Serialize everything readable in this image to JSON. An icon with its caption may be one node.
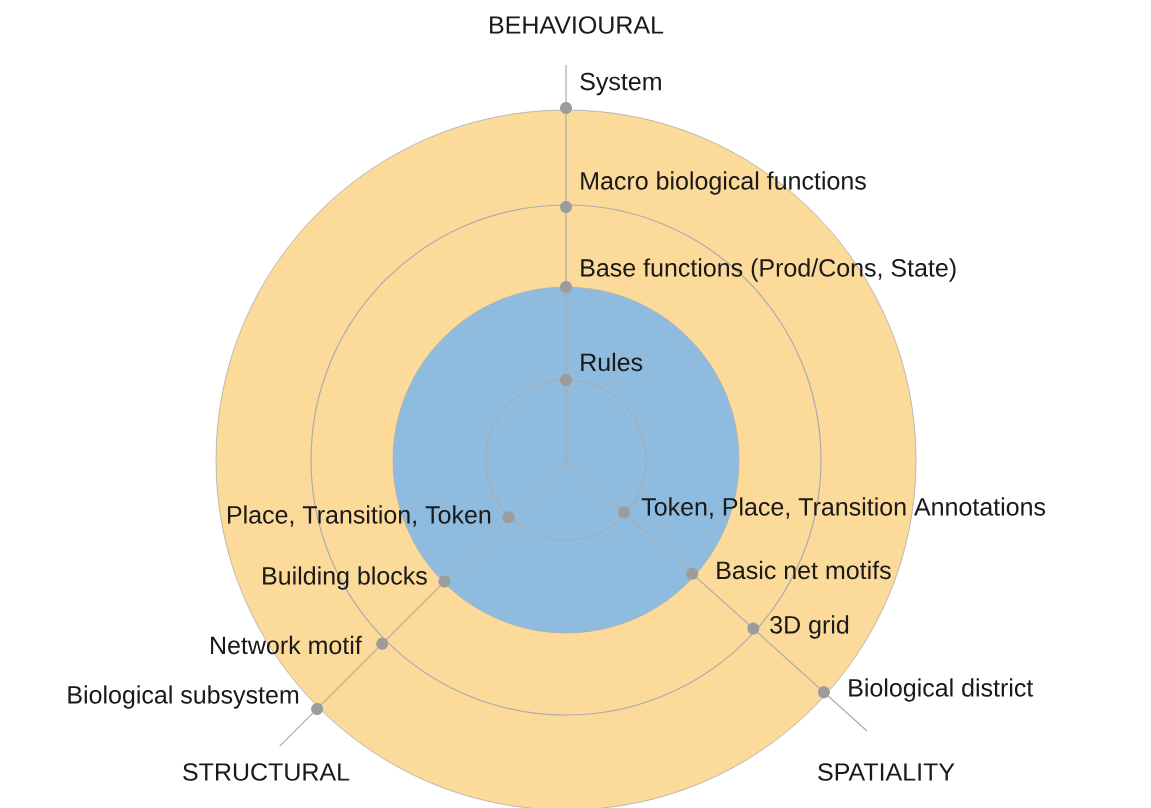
{
  "diagram": {
    "labels": [
      "BEHAVIOURAL",
      "System",
      "Macro biological functions",
      "Base functions (Prod/Cons, State)",
      "Rules",
      "Token, Place, Transition Annotations",
      "Place, Transition, Token",
      "Basic net motifs",
      "Building blocks",
      "3D grid",
      "Network motif",
      "Biological district",
      "Biological subsystem",
      "STRUCTURAL",
      "SPATIALITY"
    ]
  }
}
